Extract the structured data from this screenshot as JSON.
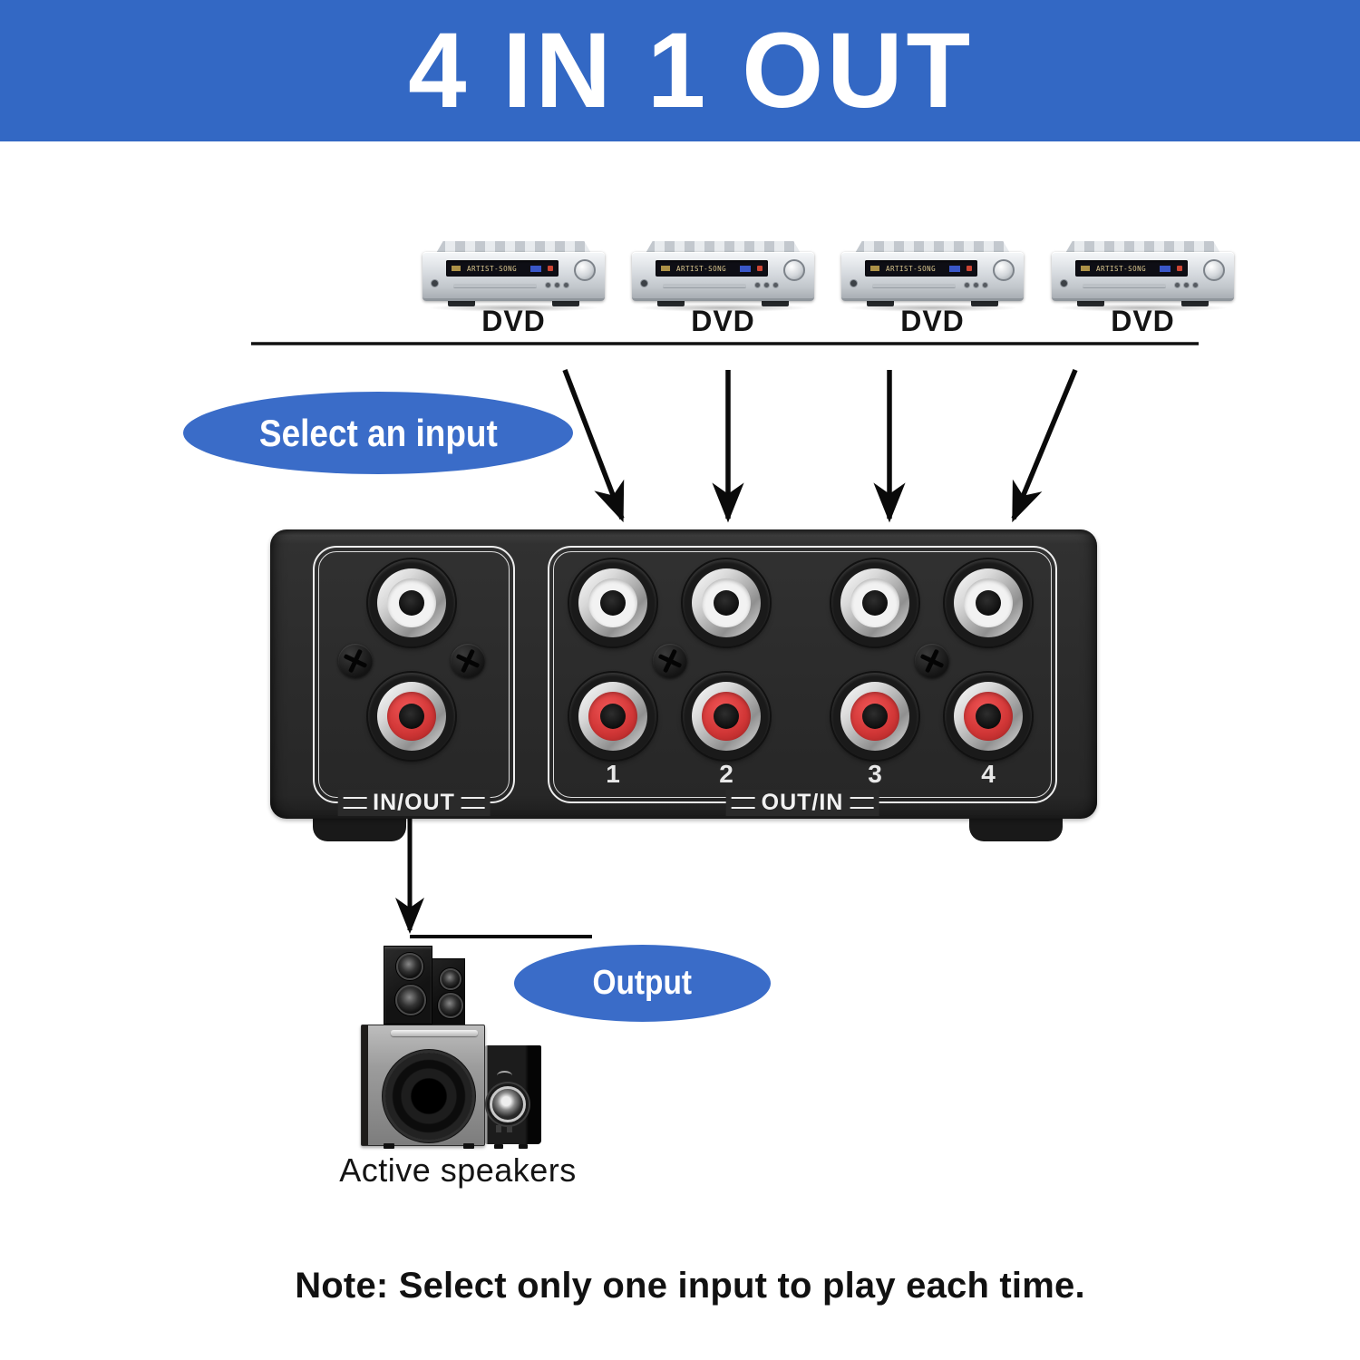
{
  "banner": {
    "title": "4 IN 1 OUT",
    "bg_color": "#3368C4",
    "text_color": "#FFFFFF"
  },
  "sources": {
    "items": [
      {
        "label": "DVD"
      },
      {
        "label": "DVD"
      },
      {
        "label": "DVD"
      },
      {
        "label": "DVD"
      }
    ],
    "display_text": "ARTIST-SONG"
  },
  "callouts": {
    "select_input": "Select an input",
    "output": "Output",
    "bubble_color": "#3A6CC8"
  },
  "switcher": {
    "left_panel": {
      "label": "IN/OUT"
    },
    "right_panel": {
      "label": "OUT/IN",
      "ports": [
        "1",
        "2",
        "3",
        "4"
      ]
    },
    "body_color": "#2B2B2B",
    "rca_red": "#D23737",
    "rca_white": "#F2F2F2"
  },
  "speakers": {
    "label": "Active speakers"
  },
  "note": {
    "text": "Note: Select only one input to play each time."
  }
}
